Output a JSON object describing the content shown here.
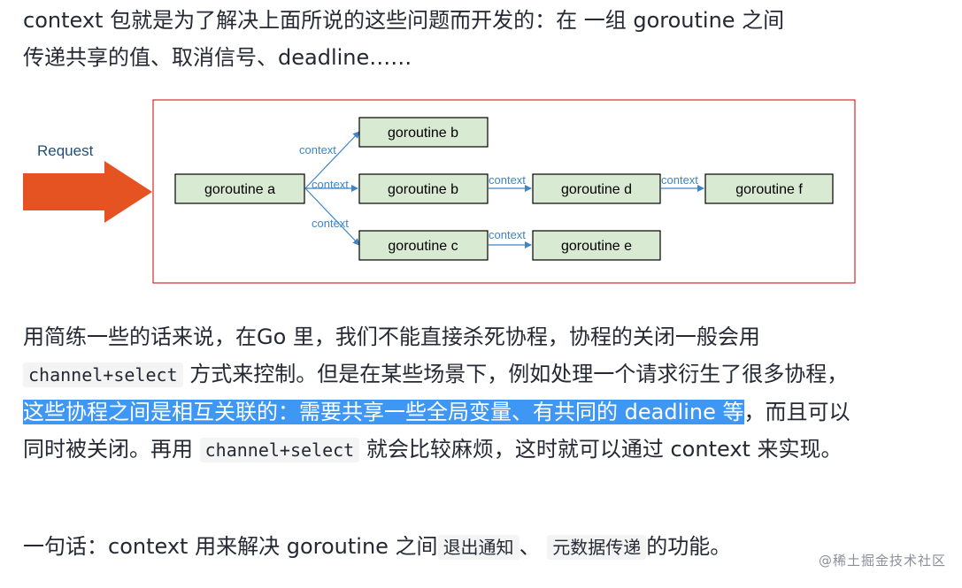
{
  "intro": {
    "line1": "context 包就是为了解决上面所说的这些问题而开发的：在 一组 goroutine 之间",
    "line2": "传递共享的值、取消信号、deadline……"
  },
  "diagram": {
    "request_label": "Request",
    "edge_label": "context",
    "nodes": {
      "a": "goroutine a",
      "b_top": "goroutine b",
      "b_mid": "goroutine b",
      "c": "goroutine c",
      "d": "goroutine d",
      "e": "goroutine e",
      "f": "goroutine f"
    },
    "colors": {
      "node_fill": "#d9ead3",
      "node_stroke": "#000000",
      "arrow": "#3d85c6",
      "frame": "#cc0000",
      "request_arrow": "#e65322",
      "request_text": "#1f4e79"
    }
  },
  "body": {
    "s1": "用简练一些的话来说，在Go 里，我们不能直接杀死协程，协程的关闭一般会用",
    "code1": "channel+select",
    "s2": " 方式来控制。但是在某些场景下，例如处理一个请求衍生了很多协程，",
    "highlight": "这些协程之间是相互关联的：需要共享一些全局变量、有共同的 deadline 等",
    "s3": "，而且可以同时被关闭。再用 ",
    "code2": "channel+select",
    "s4": " 就会比较麻烦，这时就可以通过 context 来实现。"
  },
  "summary": {
    "prefix": "一句话：context 用来解决 goroutine 之间",
    "code1": "退出通知",
    "sep": "、",
    "code2": "元数据传递",
    "suffix": "的功能。"
  },
  "watermark": "@稀土掘金技术社区"
}
